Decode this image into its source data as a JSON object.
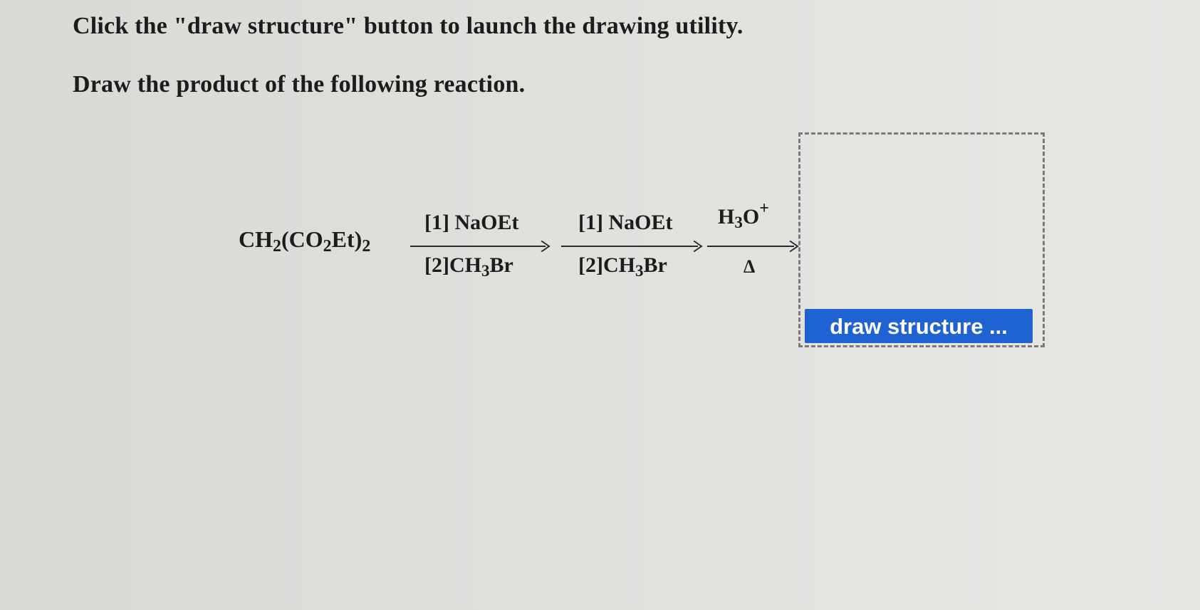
{
  "instructions": {
    "line1": "Click the \"draw structure\" button to launch the drawing utility.",
    "line2": "Draw the product of the following reaction."
  },
  "reaction": {
    "reactant": {
      "p1": "CH",
      "s1": "2",
      "p2": "(CO",
      "s2": "2",
      "p3": "Et)",
      "s3": "2"
    },
    "step1": {
      "top": "[1] NaOEt",
      "bottom_prefix": "[2]CH",
      "bottom_sub": "3",
      "bottom_suffix": "Br"
    },
    "step2": {
      "top": "[1] NaOEt",
      "bottom_prefix": "[2]CH",
      "bottom_sub": "3",
      "bottom_suffix": "Br"
    },
    "step3": {
      "top_prefix": "H",
      "top_sub": "3",
      "top_mid": "O",
      "top_sup": "+",
      "bottom": "Δ"
    }
  },
  "answer": {
    "button_label": "draw structure ..."
  },
  "colors": {
    "button_bg": "#1f63d3",
    "button_text": "#ffffff",
    "dashed_border": "#7a7a7a"
  }
}
